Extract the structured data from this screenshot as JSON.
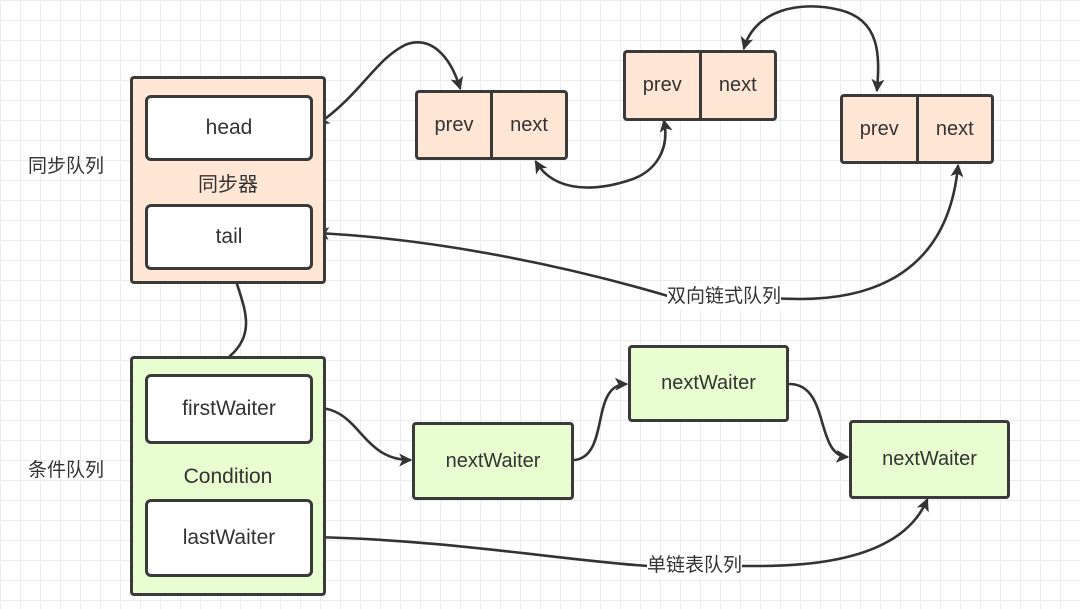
{
  "side_labels": {
    "sync_queue": "同步队列",
    "condition_queue": "条件队列"
  },
  "synchronizer": {
    "head": "head",
    "caption": "同步器",
    "tail": "tail"
  },
  "condition": {
    "first_waiter": "firstWaiter",
    "caption": "Condition",
    "last_waiter": "lastWaiter"
  },
  "sync_nodes": [
    {
      "prev": "prev",
      "next": "next"
    },
    {
      "prev": "prev",
      "next": "next"
    },
    {
      "prev": "prev",
      "next": "next"
    }
  ],
  "waiter_nodes": [
    {
      "label": "nextWaiter"
    },
    {
      "label": "nextWaiter"
    },
    {
      "label": "nextWaiter"
    }
  ],
  "edge_labels": {
    "doubly_linked": "双向链式队列",
    "singly_linked": "单链表队列"
  },
  "colors": {
    "sync_fill": "#ffe6d5",
    "condition_fill": "#e8fdd0",
    "stroke": "#3a3a3a"
  }
}
